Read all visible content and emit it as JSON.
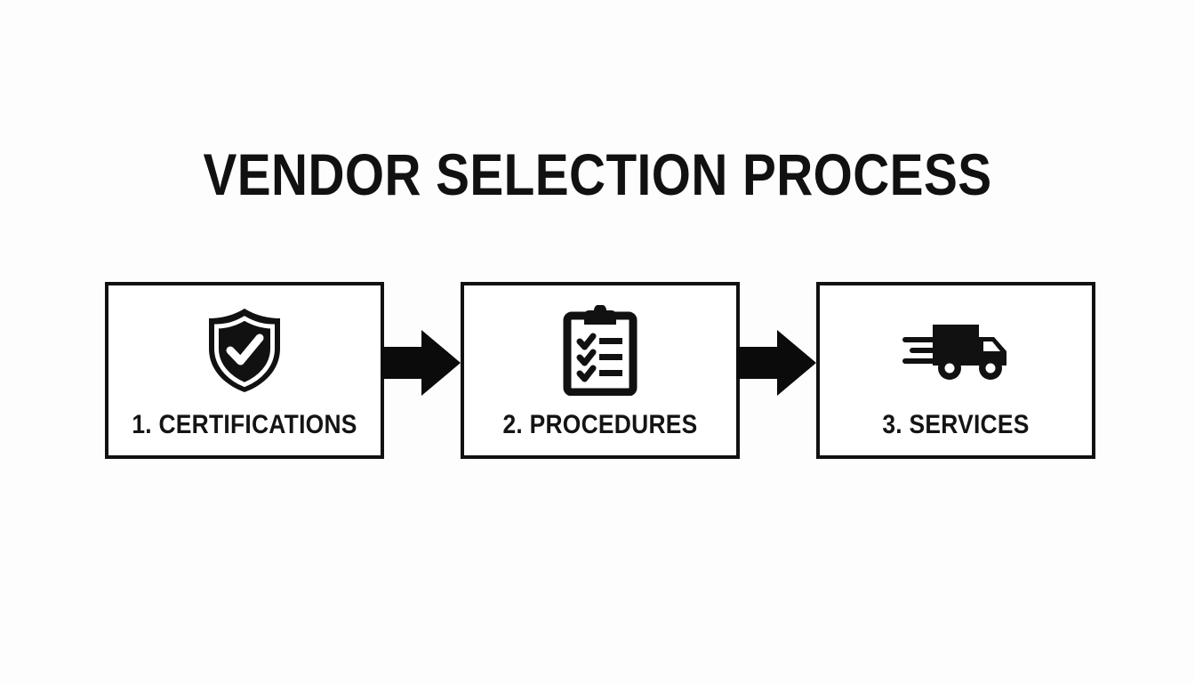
{
  "page": {
    "title": "VENDOR SELECTION PROCESS",
    "background_color": "#fdfdfd",
    "ink_color": "#111111"
  },
  "diagram": {
    "type": "process-flow",
    "orientation": "horizontal",
    "step_count": 3,
    "connector_count": 2,
    "steps": [
      {
        "number": "1.",
        "label": "1. CERTIFICATIONS",
        "icon": "shield-check-icon"
      },
      {
        "number": "2.",
        "label": "2. PROCEDURES",
        "icon": "clipboard-checklist-icon"
      },
      {
        "number": "3.",
        "label": "3. SERVICES",
        "icon": "delivery-truck-icon"
      }
    ],
    "connectors": [
      {
        "icon": "arrow-right-icon",
        "from": "1. CERTIFICATIONS",
        "to": "2. PROCEDURES"
      },
      {
        "icon": "arrow-right-icon",
        "from": "2. PROCEDURES",
        "to": "3. SERVICES"
      }
    ]
  }
}
